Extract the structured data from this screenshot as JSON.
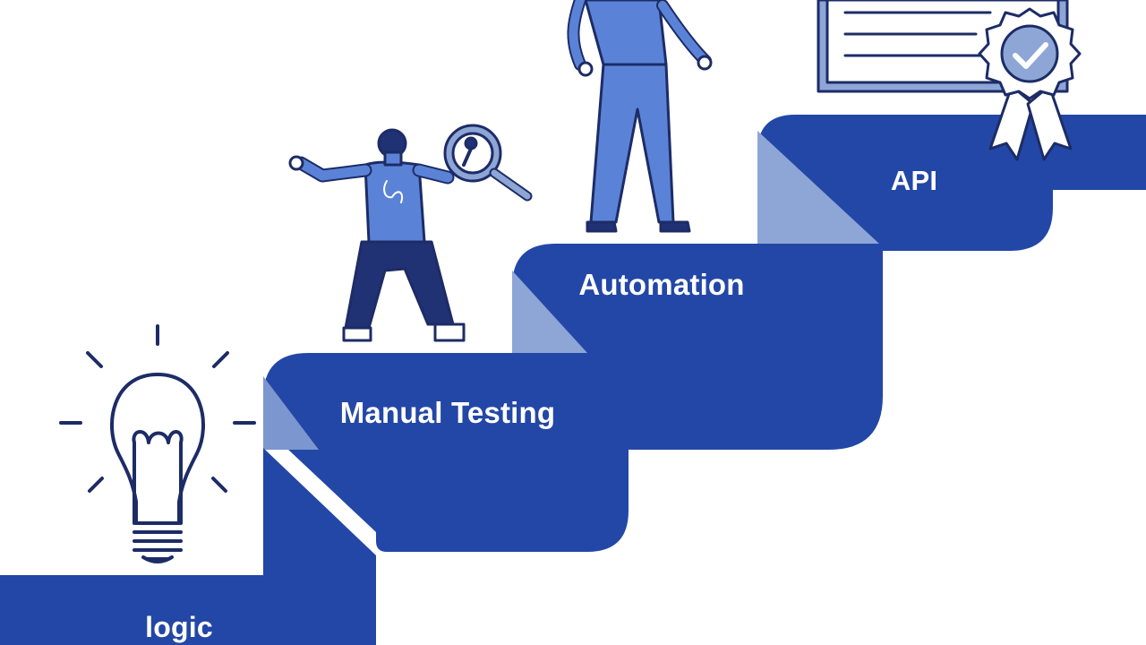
{
  "diagram": {
    "steps": [
      {
        "label": "logic"
      },
      {
        "label": "Manual Testing"
      },
      {
        "label": "Automation"
      },
      {
        "label": "API"
      }
    ],
    "icons": {
      "bottom_left": "lightbulb-icon",
      "step_two": "person-with-magnifier-icon",
      "step_three": "walking-person-icon",
      "top_right": "certificate-with-badge-icon"
    },
    "colors": {
      "background": "#ffffff",
      "step_fill": "#2347a6",
      "fold_fill": "#8ea6d6",
      "figure_fill": "#5a83d8",
      "figure_dark": "#203274",
      "outline": "#1d2c66"
    }
  }
}
